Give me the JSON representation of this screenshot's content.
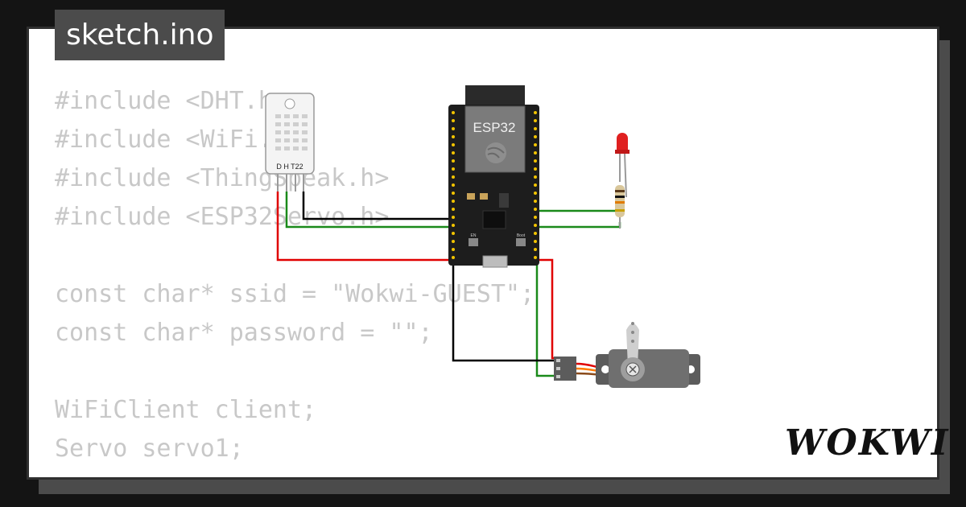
{
  "tab": {
    "title": "sketch.ino"
  },
  "code": {
    "lines": [
      "#include <DHT.h>",
      "#include <WiFi.h>",
      "#include <ThingSpeak.h>",
      "#include <ESP32Servo.h>",
      "",
      "const char* ssid = \"Wokwi-GUEST\";",
      "const char* password = \"\";",
      "",
      "WiFiClient client;",
      "Servo servo1;"
    ]
  },
  "components": {
    "sensor_label": "D H T22",
    "board_label": "ESP32",
    "boot_label": "Boot",
    "en_label": "EN"
  },
  "brand": {
    "logo_text": "WOKWI"
  },
  "colors": {
    "background": "#141414",
    "card": "#ffffff",
    "tab_bg": "#4b4b4b",
    "code_text": "#c8c8c8",
    "wire_green": "#1a8a1a",
    "wire_red": "#e00000",
    "wire_black": "#000000",
    "led": "#e02020"
  }
}
